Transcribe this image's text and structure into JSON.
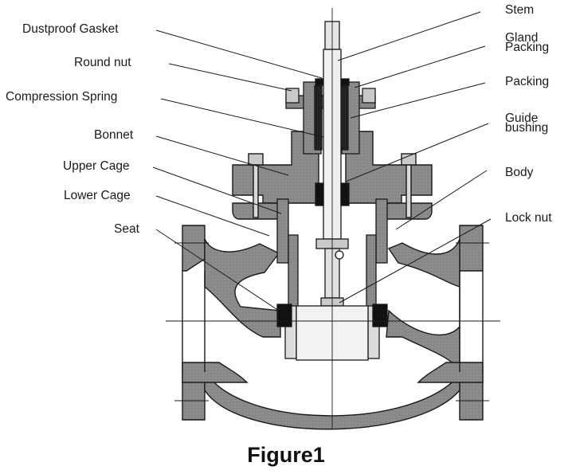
{
  "labels": {
    "dustproof_gasket": "Dustproof Gasket",
    "round_nut": "Round nut",
    "compression_spring": "Compression Spring",
    "bonnet": "Bonnet",
    "upper_cage": "Upper Cage",
    "lower_cage": "Lower Cage",
    "seat": "Seat",
    "stem": "Stem",
    "gland_packing_line1": "Gland",
    "gland_packing_line2": "Packing",
    "packing": "Packing",
    "guide_bushing_line1": "Guide",
    "guide_bushing_line2": "bushing",
    "body": "Body",
    "lock_nut": "Lock nut"
  },
  "caption": "Figure1",
  "colors": {
    "metal": "#8c8c8c",
    "metal_light": "#c9c9c9",
    "metal_dark": "#4a4a4a",
    "black": "#111111",
    "line": "#1a1a1a",
    "background": "#ffffff"
  }
}
